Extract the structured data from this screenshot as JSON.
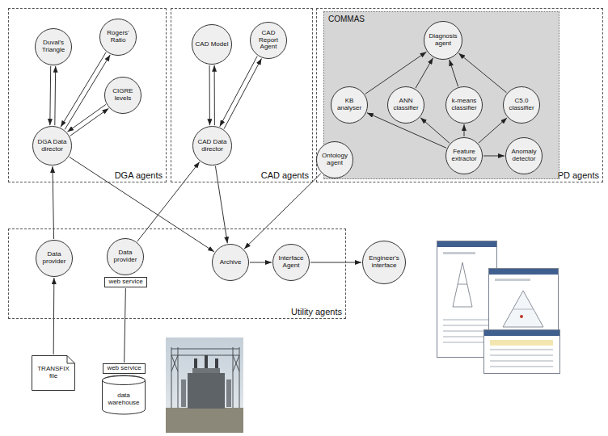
{
  "diagram": {
    "nodes": [
      {
        "text": [
          "DGA agents"
        ]
      },
      {
        "text": [
          "Duval's Triangle"
        ],
        "in": 0
      },
      {
        "text": [
          "Rogers' Ratio"
        ],
        "in": 0
      },
      {
        "text": [
          "CIGRE levels"
        ],
        "in": 0
      },
      {
        "text": [
          "DGA Data director"
        ],
        "in": 0
      },
      {
        "text": [
          "CAD agents"
        ]
      },
      {
        "text": [
          "CAD Model"
        ],
        "in": 5
      },
      {
        "text": [
          "CAD Report Agent"
        ],
        "in": 5
      },
      {
        "text": [
          "CAD Data director"
        ],
        "in": 5
      },
      {
        "text": [
          "PD agents"
        ]
      },
      {
        "text": [
          "COMMAS"
        ],
        "in": 9
      },
      {
        "text": [
          "Diagnosis agent"
        ],
        "in": 10
      },
      {
        "text": [
          "KB analyser"
        ],
        "in": 10
      },
      {
        "text": [
          "ANN classifier"
        ],
        "in": 10
      },
      {
        "text": [
          "k-means classifier"
        ],
        "in": 10
      },
      {
        "text": [
          "C5.0 classifier"
        ],
        "in": 10
      },
      {
        "text": [
          "Ontology agent"
        ],
        "in": 9
      },
      {
        "text": [
          "Feature extractor"
        ],
        "in": 10
      },
      {
        "text": [
          "Anomaly detector"
        ],
        "in": 10
      },
      {
        "text": [
          "Utility agents"
        ]
      },
      {
        "text": [
          "Data provider"
        ],
        "in": 19
      },
      {
        "text": [
          "Data provider"
        ],
        "in": 19
      },
      {
        "text": [
          "web service"
        ],
        "in": 19
      },
      {
        "text": [
          "Archive"
        ],
        "in": 19
      },
      {
        "text": [
          "Interface Agent"
        ],
        "in": 19
      },
      {
        "text": [
          "Engineer's interface"
        ]
      },
      {
        "text": [
          "TRANSFIX file"
        ]
      },
      {
        "text": [
          "web service"
        ]
      },
      {
        "text": [
          "data warehouse"
        ]
      }
    ],
    "edges": [
      {
        "from": 4,
        "to": 1,
        "arrow": "to"
      },
      {
        "from": 1,
        "to": 4,
        "arrow": "to"
      },
      {
        "from": 4,
        "to": 2,
        "arrow": "to"
      },
      {
        "from": 2,
        "to": 4,
        "arrow": "to"
      },
      {
        "from": 4,
        "to": 3,
        "arrow": "to"
      },
      {
        "from": 3,
        "to": 4,
        "arrow": "to"
      },
      {
        "from": 8,
        "to": 6,
        "arrow": "to"
      },
      {
        "from": 6,
        "to": 8,
        "arrow": "to"
      },
      {
        "from": 8,
        "to": 7,
        "arrow": "to"
      },
      {
        "from": 7,
        "to": 8,
        "arrow": "to"
      },
      {
        "from": 12,
        "to": 11,
        "arrow": "to"
      },
      {
        "from": 13,
        "to": 11,
        "arrow": "to"
      },
      {
        "from": 14,
        "to": 11,
        "arrow": "to"
      },
      {
        "from": 15,
        "to": 11,
        "arrow": "to"
      },
      {
        "from": 17,
        "to": 12,
        "arrow": "to"
      },
      {
        "from": 17,
        "to": 13,
        "arrow": "to"
      },
      {
        "from": 17,
        "to": 14,
        "arrow": "to"
      },
      {
        "from": 17,
        "to": 15,
        "arrow": "to"
      },
      {
        "from": 17,
        "to": 18,
        "arrow": "to"
      },
      {
        "from": 20,
        "to": 4,
        "arrow": "to"
      },
      {
        "from": 21,
        "to": 8,
        "arrow": "to"
      },
      {
        "from": 4,
        "to": 23,
        "arrow": "to"
      },
      {
        "from": 8,
        "to": 23,
        "arrow": "to"
      },
      {
        "from": 16,
        "to": 23,
        "arrow": "to"
      },
      {
        "from": 23,
        "to": 24,
        "arrow": "to"
      },
      {
        "from": 24,
        "to": 25,
        "arrow": "to"
      },
      {
        "from": 26,
        "to": 20,
        "arrow": "to"
      },
      {
        "from": 27,
        "to": 22,
        "arrow": "none"
      }
    ]
  }
}
